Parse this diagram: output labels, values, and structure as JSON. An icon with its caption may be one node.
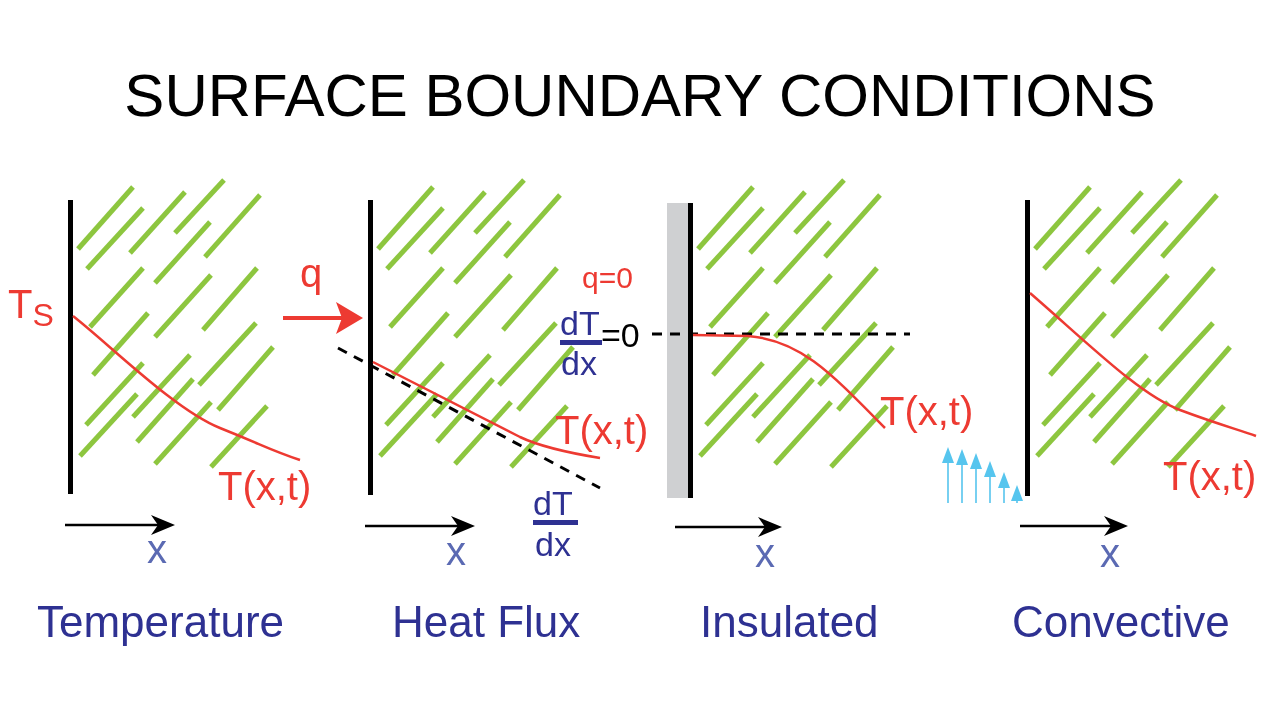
{
  "diagram": {
    "title": "SURFACE BOUNDARY CONDITIONS",
    "labels": [
      "T$_{S}$",
      "T(x,t)",
      "x",
      "Temperature",
      "q",
      "T(x,t)",
      "dT",
      "dx",
      "x",
      "Heat Flux",
      "q=0",
      "dT",
      "=0",
      "dx",
      "T(x,t)",
      "x",
      "Insulated",
      "T(x,t)",
      "x",
      "Convective"
    ]
  }
}
